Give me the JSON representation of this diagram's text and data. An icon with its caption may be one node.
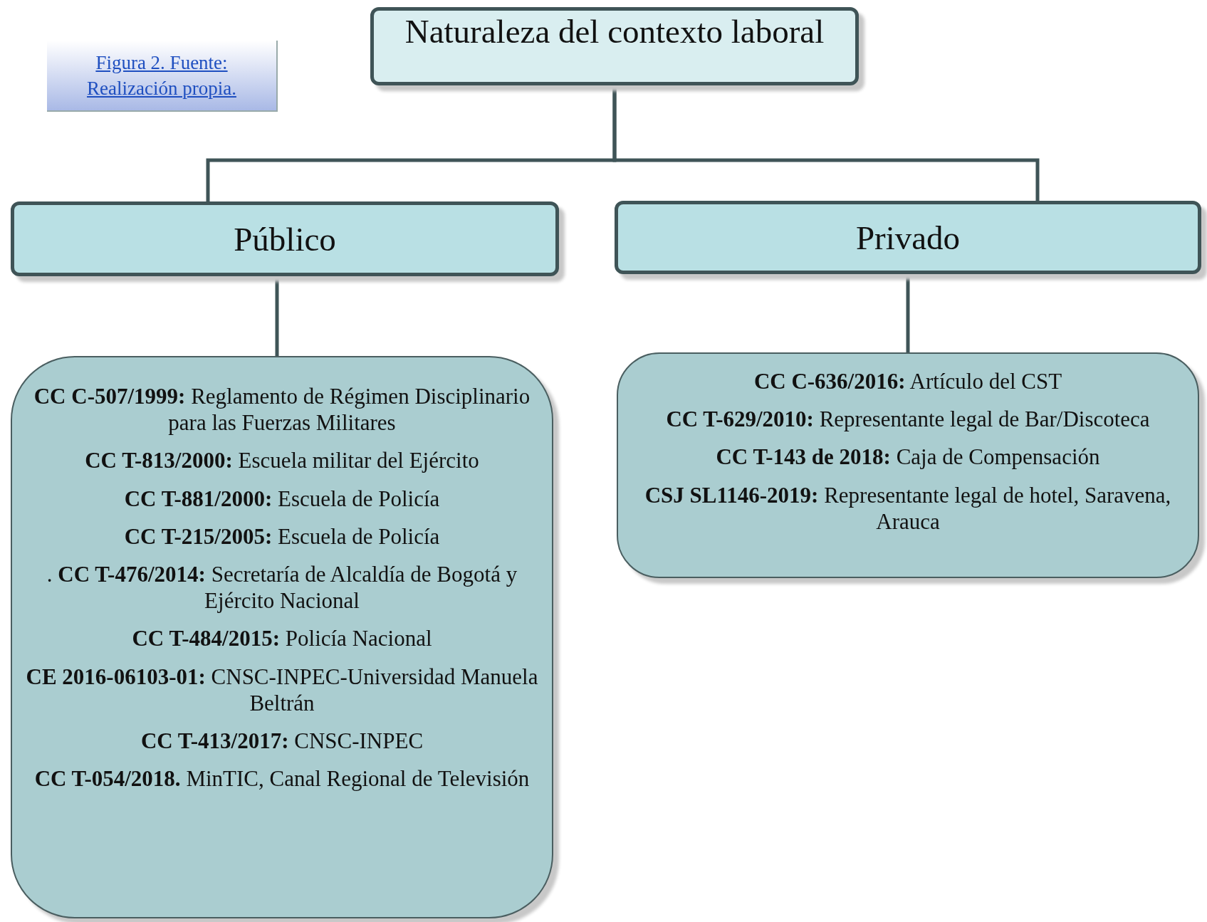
{
  "diagram": {
    "nodes": [
      {
        "text": [
          "Naturaleza del contexto laboral"
        ]
      },
      {
        "text": [
          "Público"
        ]
      },
      {
        "text": [
          "Privado"
        ]
      },
      {
        "text": [
          "**CC C-507/1999:** Reglamento de Régimen Disciplinario para las Fuerzas Militares",
          "**CC T-813/2000:** Escuela militar del Ejército",
          "**CC T-881/2000:** Escuela de Policía",
          "**CC T-215/2005:** Escuela de Policía",
          ". **CC T-476/2014:** Secretaría de Alcaldía de Bogotá y Ejército Nacional",
          "**CC T-484/2015:** Policía Nacional",
          "**CE 2016-06103-01:** CNSC-INPEC-Universidad Manuela Beltrán",
          "**CC T-413/2017:** CNSC-INPEC",
          "**CC T-054/2018.** MinTIC, Canal Regional de Televisión"
        ]
      },
      {
        "text": [
          "**CC C-636/2016:** Artículo del CST",
          "**CC T-629/2010:** Representante legal de Bar/Discoteca",
          "**CC T-143 de 2018:** Caja de Compensación",
          "**CSJ SL1146-2019:** Representante legal de hotel, Saravena, Arauca"
        ]
      }
    ],
    "edges": [
      {
        "from": 0,
        "to": 1,
        "arrow": "none"
      },
      {
        "from": 0,
        "to": 2,
        "arrow": "none"
      },
      {
        "from": 1,
        "to": 3,
        "arrow": "none"
      },
      {
        "from": 2,
        "to": 4,
        "arrow": "none"
      }
    ],
    "labels": [
      "Figura 2. Fuente: Realización propia."
    ]
  }
}
